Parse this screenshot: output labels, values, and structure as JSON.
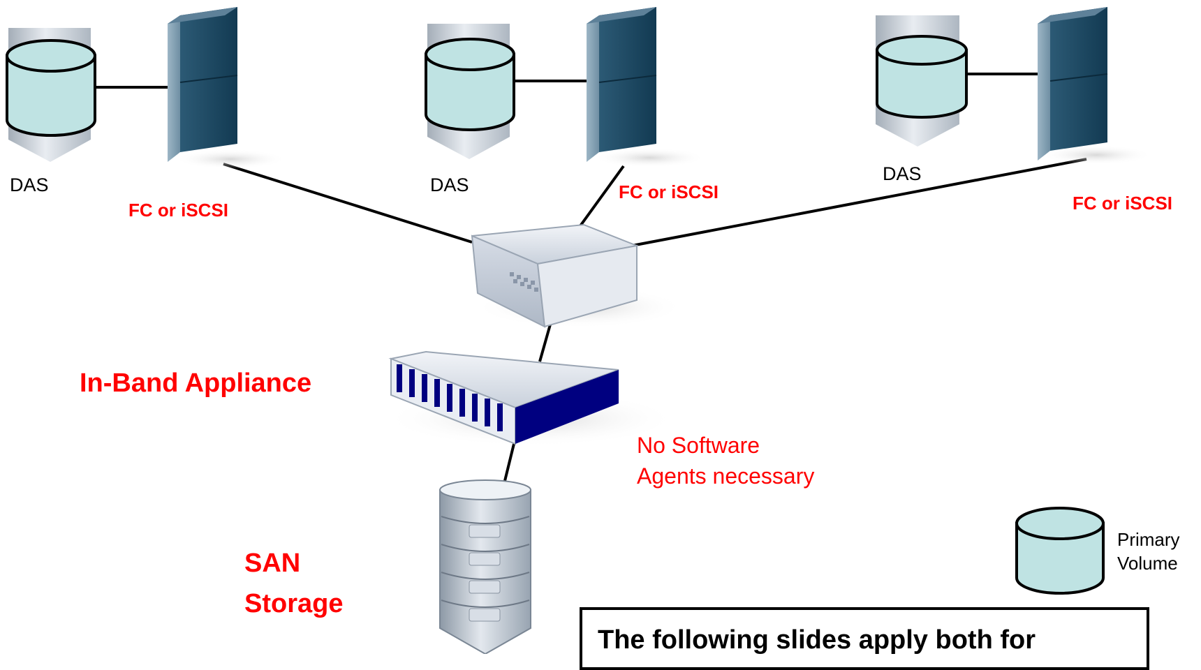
{
  "labels": {
    "das_1": "DAS",
    "das_2": "DAS",
    "das_3": "DAS",
    "fc_1": "FC or iSCSI",
    "fc_2": "FC or iSCSI",
    "fc_3": "FC or iSCSI",
    "appliance": "In-Band Appliance",
    "agents_line1": "No Software",
    "agents_line2": "Agents necessary",
    "san_line1": "SAN",
    "san_line2": "Storage",
    "legend_line1": "Primary",
    "legend_line2": "Volume"
  },
  "notice": {
    "text": "The following slides apply both for"
  },
  "icons": {
    "server": "server-tower-icon",
    "disk": "primary-volume-cylinder-icon",
    "switch": "network-switch-icon",
    "appliance": "in-band-appliance-icon",
    "storage": "san-storage-array-icon"
  },
  "colors": {
    "label_red": "#ff0000",
    "volume_fill": "#bfe3e3",
    "server_dark": "#1e4a63",
    "server_light": "#7f9fb2",
    "appliance_blue": "#000080",
    "connector": "#000000"
  }
}
